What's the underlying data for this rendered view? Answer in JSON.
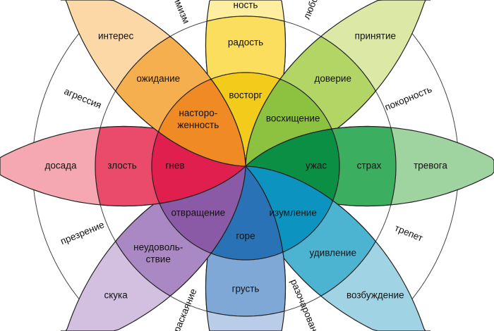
{
  "petals": [
    {
      "name": "yellow",
      "inner": "восторг",
      "middle": "радость",
      "outer": "ность",
      "colors": [
        "#f3cb1b",
        "#fbde5e",
        "#fdeea0"
      ]
    },
    {
      "name": "light-green",
      "inner": "восхищение",
      "middle": "доверие",
      "outer": "принятие",
      "colors": [
        "#8cc23f",
        "#b2d565",
        "#dbe8a6"
      ]
    },
    {
      "name": "dark-green",
      "inner": "ужас",
      "middle": "страх",
      "outer": "тревога",
      "colors": [
        "#0b8f45",
        "#3cae5f",
        "#9fd3a0"
      ]
    },
    {
      "name": "teal",
      "inner": "изумление",
      "middle": "удивление",
      "outer": "возбуждение",
      "colors": [
        "#0c93c0",
        "#4cb3d0",
        "#a0d4e4"
      ]
    },
    {
      "name": "blue",
      "inner": "горе",
      "middle": "грусть",
      "outer": "",
      "colors": [
        "#2a72b6",
        "#80a8d6",
        "#b9cde8"
      ]
    },
    {
      "name": "purple",
      "inner": "отвращение",
      "middle": "неудоволь-\nствие",
      "outer": "скука",
      "colors": [
        "#8b5aa6",
        "#a988c3",
        "#d3c0e1"
      ]
    },
    {
      "name": "red",
      "inner": "гнев",
      "middle": "злость",
      "outer": "досада",
      "colors": [
        "#e01f4f",
        "#ea4b6b",
        "#f5a8b1"
      ]
    },
    {
      "name": "orange",
      "inner": "насторо-\nженность",
      "middle": "ожидание",
      "outer": "интерес",
      "colors": [
        "#ef8a25",
        "#f6af4f",
        "#fbd8a6"
      ]
    }
  ],
  "dyads": [
    "любовь",
    "покорность",
    "трепет",
    "разочарование",
    "раскаяние",
    "презрение",
    "агрессия",
    "оптимизм"
  ]
}
